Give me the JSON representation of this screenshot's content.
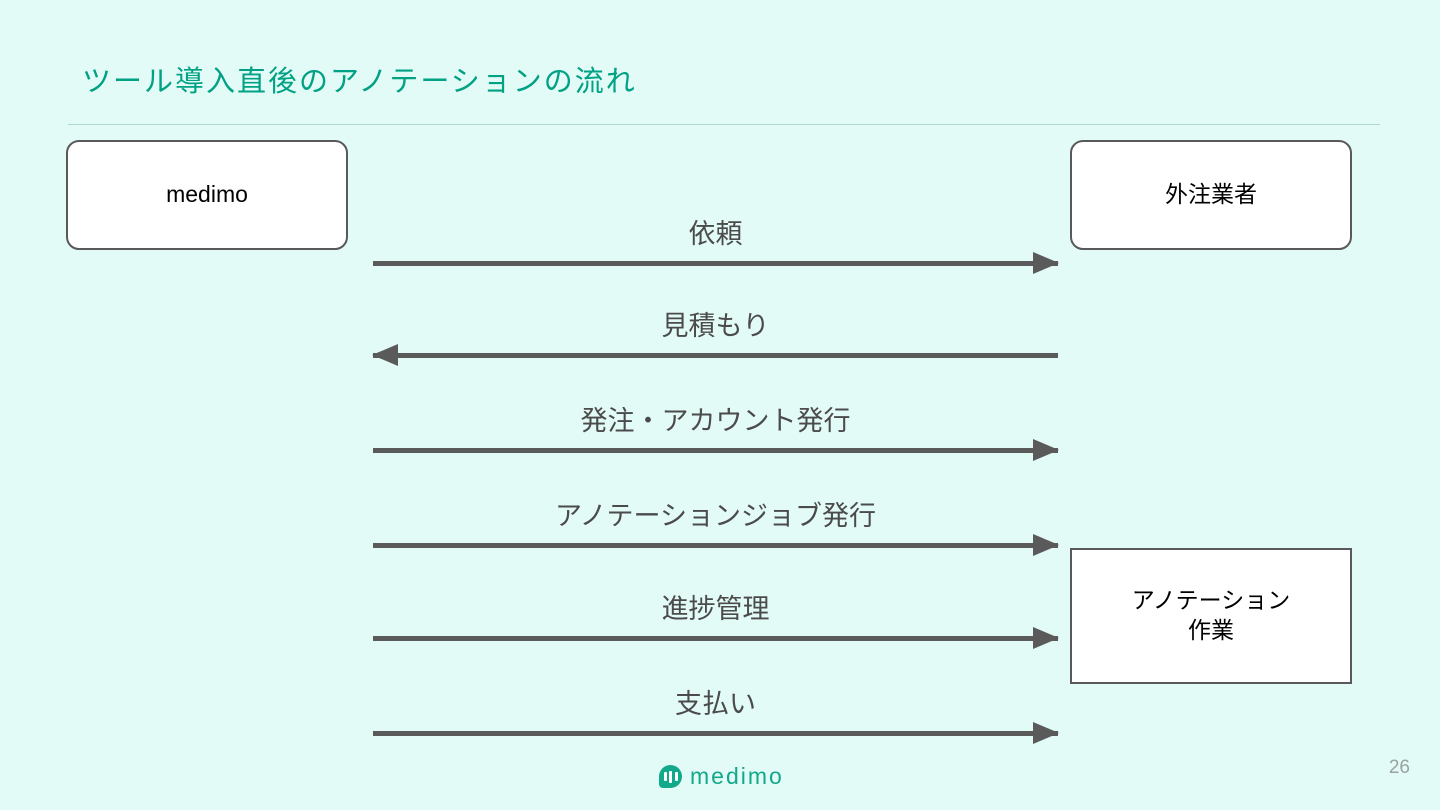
{
  "slide": {
    "title": "ツール導入直後のアノテーションの流れ",
    "page_number": "26",
    "background_color": "#e3fbf6",
    "title_color": "#00a184",
    "rule_color": "#a9d9d2",
    "line_color": "#5a5a5a"
  },
  "actors": {
    "left": {
      "label": "medimo",
      "shape": "rounded-rect"
    },
    "right": {
      "label": "外注業者",
      "shape": "rounded-rect"
    },
    "work": {
      "label_line1": "アノテーション",
      "label_line2": "作業",
      "shape": "rect"
    }
  },
  "messages": [
    {
      "label": "依頼",
      "direction": "right"
    },
    {
      "label": "見積もり",
      "direction": "left"
    },
    {
      "label": "発注・アカウント発行",
      "direction": "right"
    },
    {
      "label": "アノテーションジョブ発行",
      "direction": "right"
    },
    {
      "label": "進捗管理",
      "direction": "right"
    },
    {
      "label": "支払い",
      "direction": "right"
    }
  ],
  "footer": {
    "logo_text": "medimo",
    "logo_icon": "medimo-speech-bubble-icon",
    "logo_color": "#12a88c"
  }
}
